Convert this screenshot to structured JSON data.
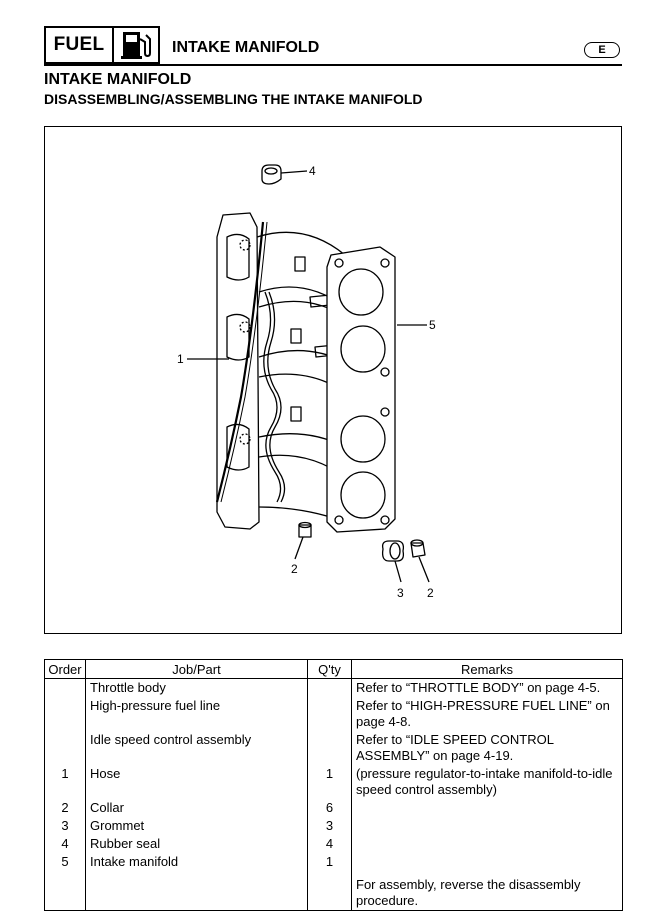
{
  "header": {
    "section_tag": "FUEL",
    "icon": "fuel-pump-icon",
    "page_title": "INTAKE MANIFOLD",
    "language_badge": "E"
  },
  "section": {
    "title": "INTAKE MANIFOLD",
    "subtitle": "DISASSEMBLING/ASSEMBLING THE INTAKE MANIFOLD"
  },
  "figure": {
    "callouts": [
      "1",
      "2",
      "2",
      "3",
      "4",
      "5"
    ]
  },
  "table": {
    "headers": {
      "order": "Order",
      "job": "Job/Part",
      "qty": "Q'ty",
      "remarks": "Remarks"
    },
    "rows": [
      {
        "order": "",
        "job": "Throttle body",
        "qty": "",
        "remarks": "Refer to “THROTTLE BODY” on page 4-5."
      },
      {
        "order": "",
        "job": "High-pressure fuel line",
        "qty": "",
        "remarks": "Refer to “HIGH-PRESSURE FUEL LINE” on page 4-8."
      },
      {
        "order": "",
        "job": "Idle speed control assembly",
        "qty": "",
        "remarks": "Refer to “IDLE SPEED CONTROL ASSEMBLY” on page 4-19."
      },
      {
        "order": "1",
        "job": "Hose",
        "qty": "1",
        "remarks": "(pressure regulator-to-intake manifold-to-idle speed control assembly)"
      },
      {
        "order": "2",
        "job": "Collar",
        "qty": "6",
        "remarks": ""
      },
      {
        "order": "3",
        "job": "Grommet",
        "qty": "3",
        "remarks": ""
      },
      {
        "order": "4",
        "job": "Rubber seal",
        "qty": "4",
        "remarks": ""
      },
      {
        "order": "5",
        "job": "Intake manifold",
        "qty": "1",
        "remarks": ""
      },
      {
        "order": "",
        "job": "",
        "qty": "",
        "remarks": "For assembly, reverse the disassembly procedure."
      }
    ]
  }
}
